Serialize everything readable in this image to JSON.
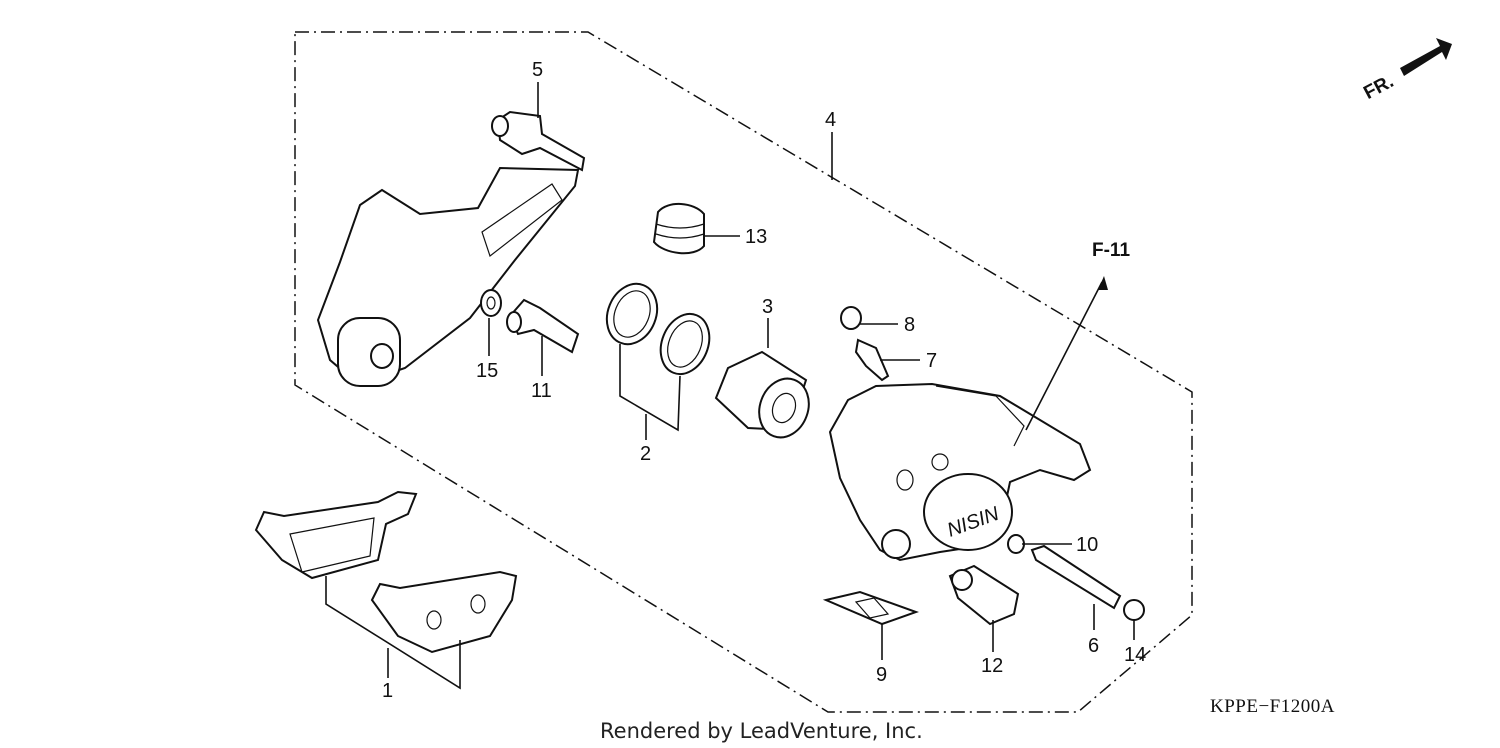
{
  "credit": "Rendered by LeadVenture, Inc.",
  "diagram_code": "KPPE−F1200A",
  "front_marker": "FR.",
  "reference": "F-11",
  "caliper_logo": "NISIN",
  "callouts": {
    "p1": "1",
    "p2": "2",
    "p3": "3",
    "p4": "4",
    "p5": "5",
    "p6": "6",
    "p7": "7",
    "p8": "8",
    "p9": "9",
    "p10": "10",
    "p11": "11",
    "p12": "12",
    "p13": "13",
    "p14": "14",
    "p15": "15"
  }
}
